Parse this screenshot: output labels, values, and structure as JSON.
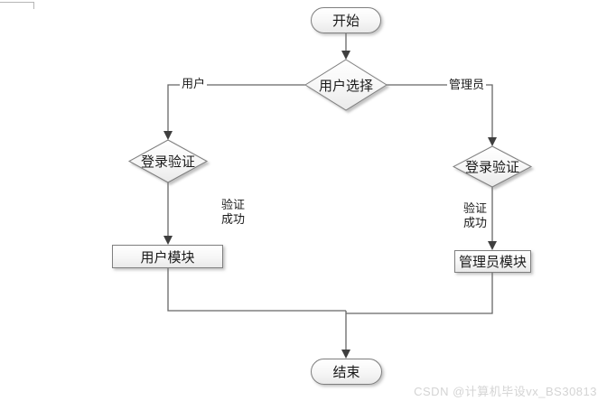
{
  "flowchart": {
    "start": "开始",
    "decision": "用户选择",
    "branch_user": "用户",
    "branch_admin": "管理员",
    "verify_user": "登录验证",
    "verify_admin": "登录验证",
    "success_user_line1": "验证",
    "success_user_line2": "成功",
    "success_admin_line1": "验证",
    "success_admin_line2": "成功",
    "module_user": "用户模块",
    "module_admin": "管理员模块",
    "end": "结束"
  },
  "watermark": {
    "text": "CSDN @计算机毕设vx_BS30813",
    "color": "#d4d4d4"
  },
  "colors": {
    "connector": "#666666",
    "arrowhead": "#3f3f3f",
    "node_border": "#7f7f7f",
    "node_fill_top": "#ffffff",
    "node_fill_bottom": "#e9e9e9",
    "text": "#1a1a1a"
  }
}
